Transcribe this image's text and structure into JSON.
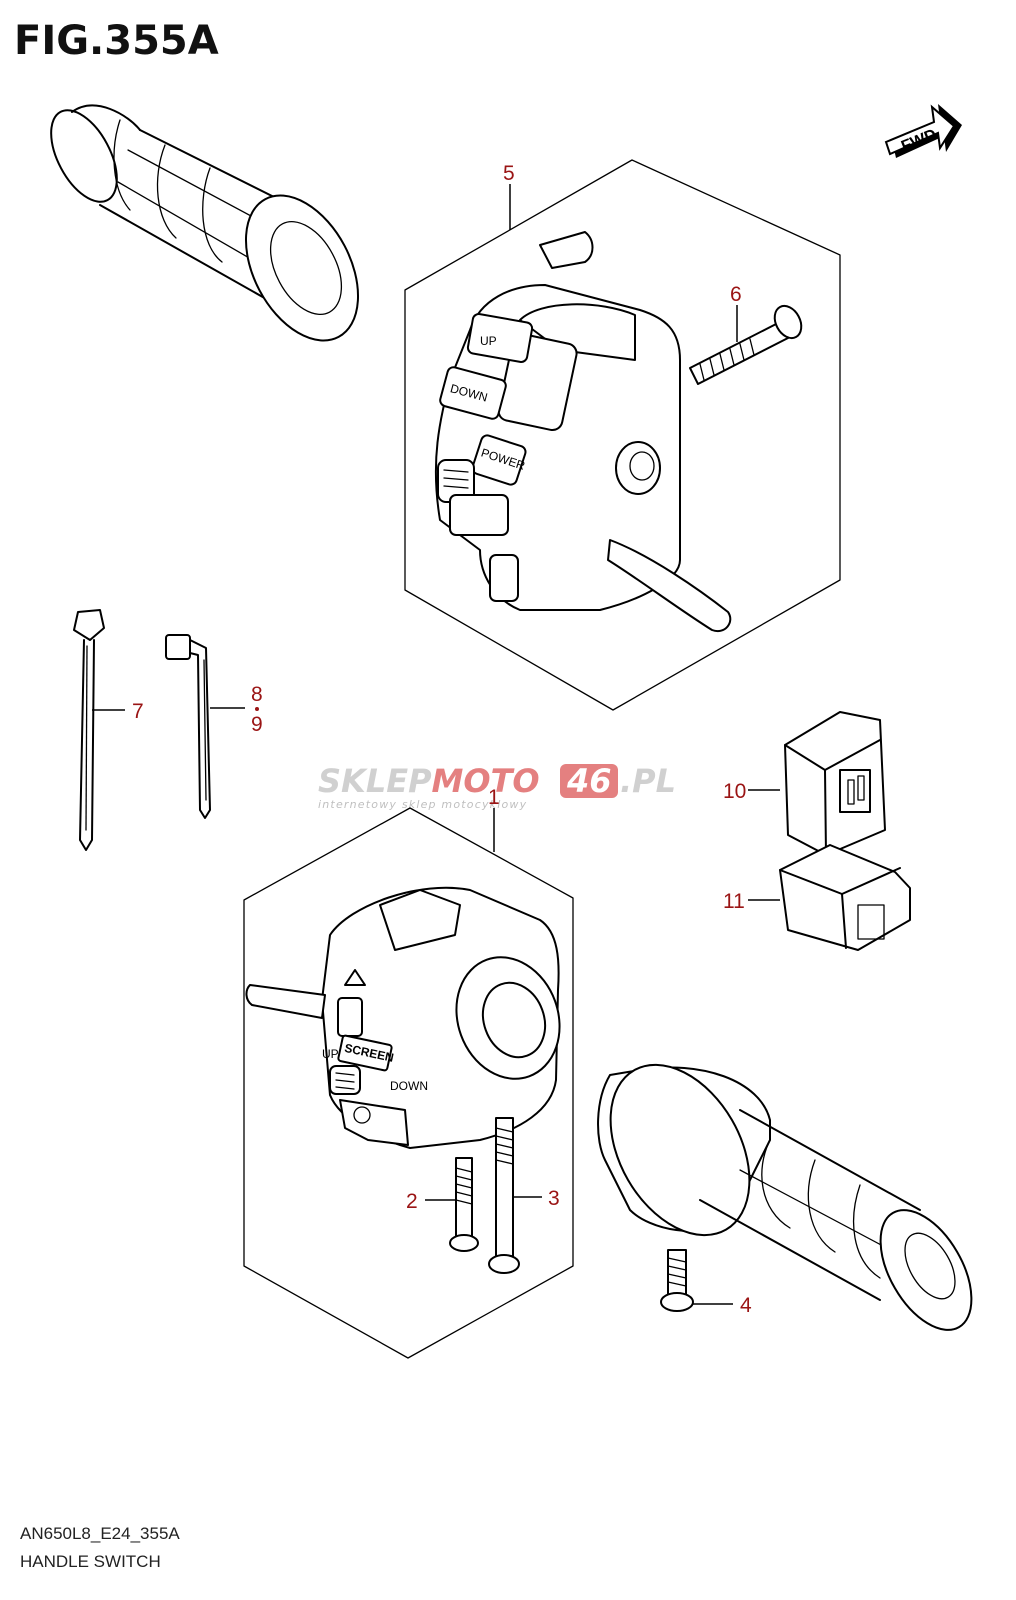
{
  "figure": {
    "title": "FIG.355A"
  },
  "footer": {
    "code": "AN650L8_E24_355A",
    "title": "HANDLE SWITCH"
  },
  "fwd_label": "FWD",
  "watermark": {
    "text_gray": "SKLEP",
    "text_red": "MOTO",
    "text_badge": "46",
    "text_tail": ".PL",
    "subtitle": "internetowy sklep motocyklowy"
  },
  "switch_labels": {
    "up": "UP",
    "down": "DOWN",
    "power": "POWER",
    "screen": "SCREEN",
    "up_left": "UP",
    "down_left": "DOWN"
  },
  "callouts": {
    "c1": "1",
    "c2": "2",
    "c3": "3",
    "c4": "4",
    "c5": "5",
    "c6": "6",
    "c7": "7",
    "c8": "8",
    "c9": "9",
    "c10": "10",
    "c11": "11"
  },
  "colors": {
    "callout": "#9a1414",
    "line": "#000000",
    "watermark_red": "#e06a6a",
    "watermark_gray": "#c8c8c8"
  }
}
